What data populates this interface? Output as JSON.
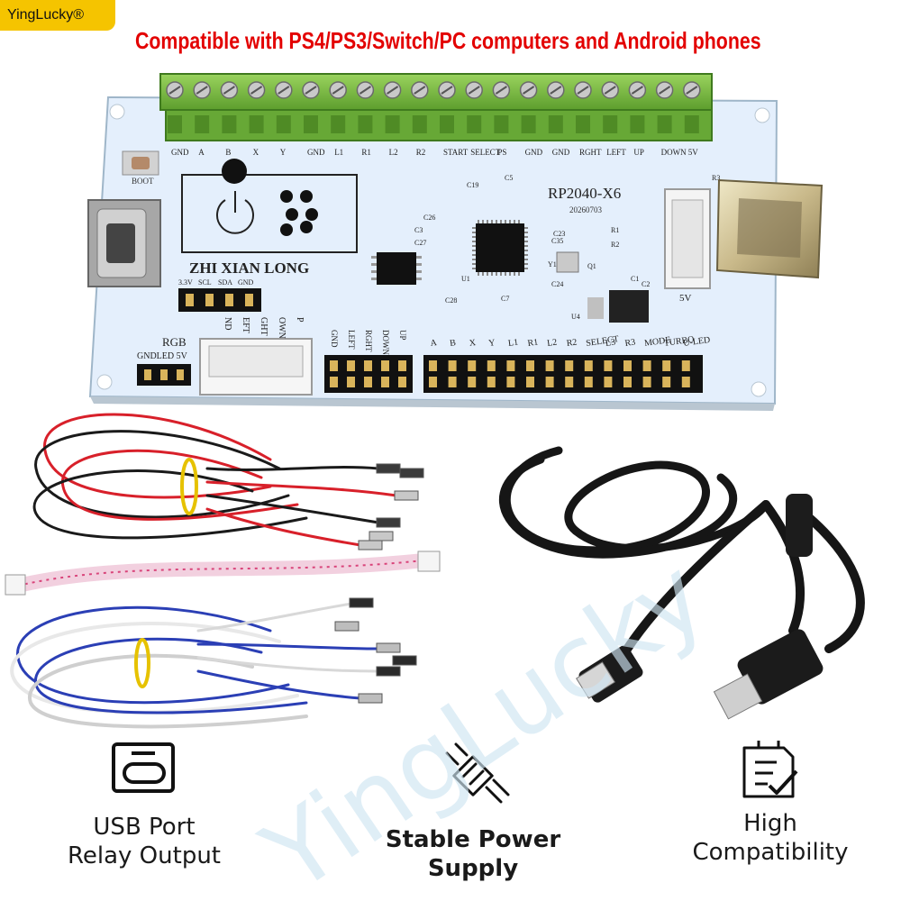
{
  "brand": {
    "name": "YingLucky",
    "mark": "®"
  },
  "headline": "Compatible with PS4/PS3/Switch/PC computers and Android phones",
  "watermark": "YingLucky",
  "board": {
    "model": "RP2040-X6",
    "date_code": "20260703",
    "maker": "ZHI XIAN LONG",
    "top_labels": [
      "GND",
      "A",
      "B",
      "X",
      "Y",
      "GND",
      "L1",
      "R1",
      "L2",
      "R2",
      "START",
      "SELECT",
      "PS",
      "GND",
      "GND",
      "RGHT",
      "LEFT",
      "UP",
      "DOWN",
      "5V"
    ],
    "boot_label": "BOOT",
    "header_labels": [
      "3.3V",
      "SCL",
      "SDA",
      "GND"
    ],
    "rgb_title": "RGB",
    "rgb_pins": "GNDLED 5V",
    "bottom_labels_left": [
      "GND",
      "LEFT",
      "RGHT",
      "DOWN",
      "UP"
    ],
    "bottom_labels_right": [
      "A",
      "B",
      "X",
      "Y",
      "L1",
      "R1",
      "L2",
      "R2",
      "SELECT",
      "L3",
      "R3",
      "MODE",
      "TURBO",
      "U-LED"
    ],
    "side_labels": [
      "ND",
      "EFT",
      "GHT",
      "OWN",
      "P"
    ],
    "usb_label": "5V",
    "component_labels": [
      "R3",
      "R1",
      "R2",
      "Q1",
      "U4",
      "U1",
      "Y1",
      "C19",
      "C5",
      "C3",
      "C27",
      "C28",
      "C7",
      "C23",
      "C24",
      "C35",
      "C26",
      "C1",
      "C2"
    ]
  },
  "features": [
    {
      "icon": "usb-c-icon",
      "lines": [
        "USB Port",
        "Relay Output"
      ]
    },
    {
      "icon": "power-plug-icon",
      "lines": [
        "Stable Power",
        "Supply"
      ]
    },
    {
      "icon": "checklist-icon",
      "lines": [
        "High",
        "Compatibility"
      ]
    }
  ],
  "colors": {
    "brand_badge": "#f5c400",
    "headline": "#e30000",
    "board": "#e4effc",
    "terminal": "#7cc243",
    "watermark": "#cfe5f2"
  }
}
